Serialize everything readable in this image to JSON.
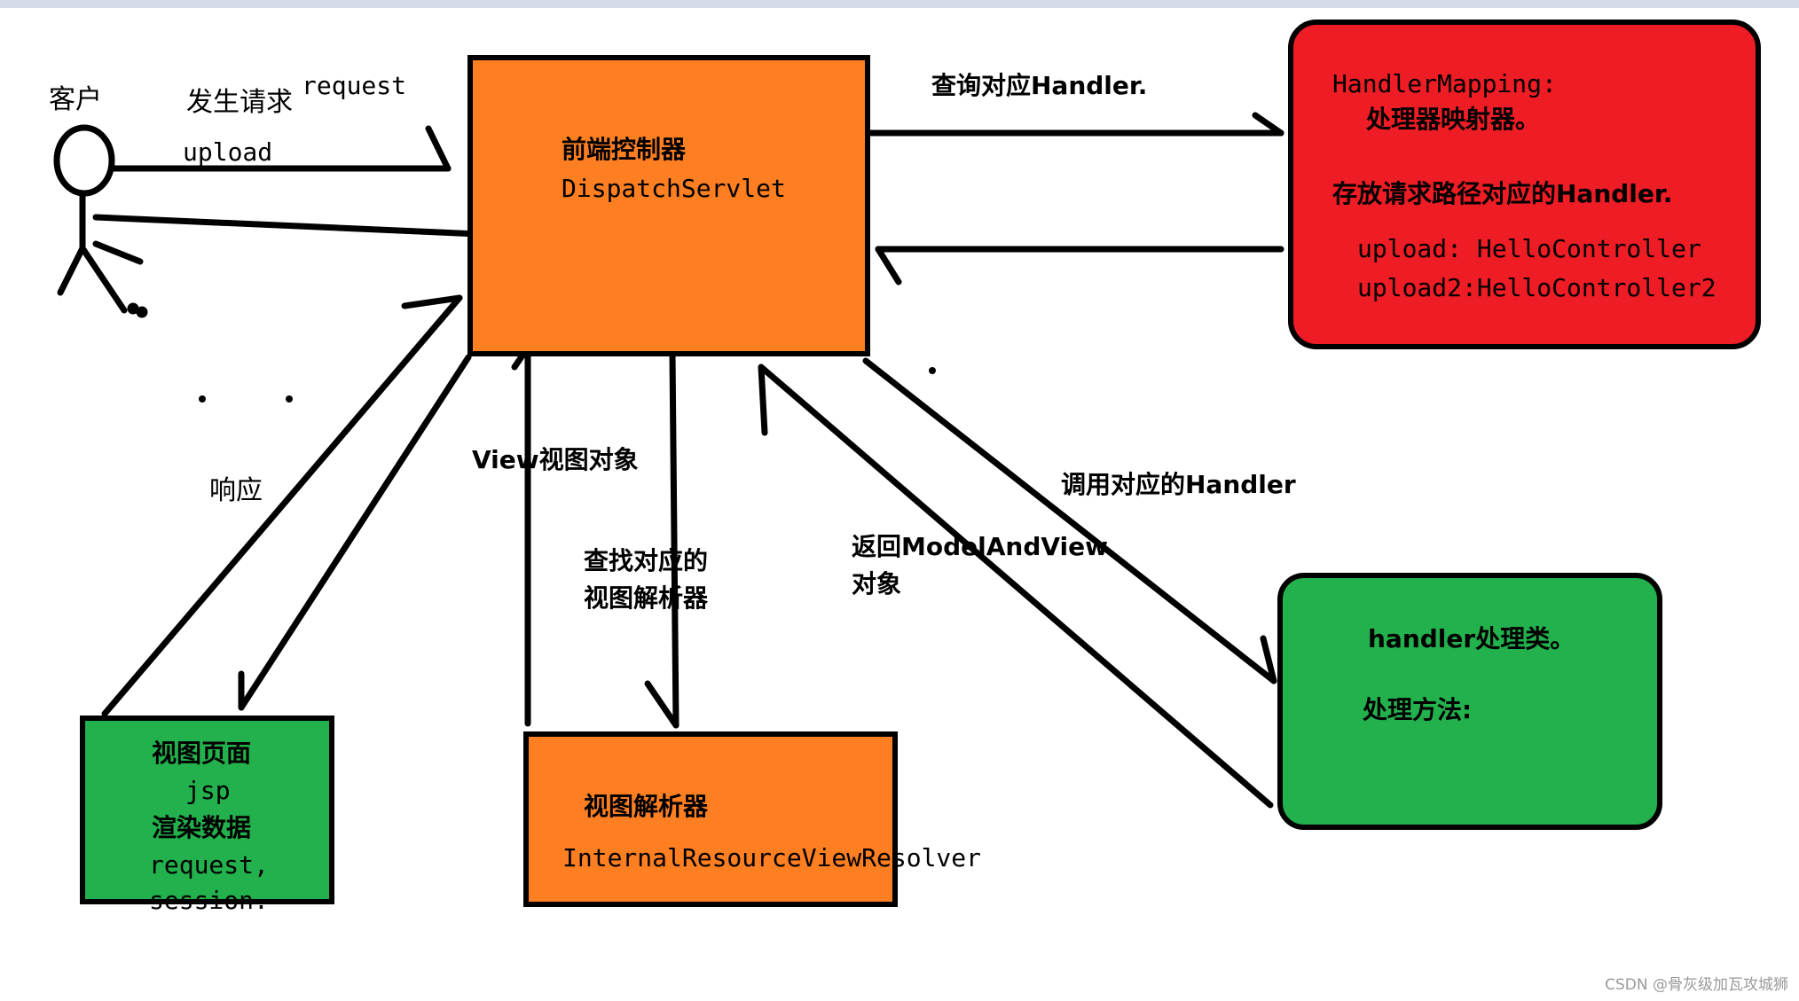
{
  "colors": {
    "orange": "#fd7f22",
    "red": "#ee1c24",
    "green": "#22b14c",
    "line": "#000000",
    "topbar": "#d6dbe9"
  },
  "client": {
    "label": "客户",
    "icon": "stick-figure-icon"
  },
  "labels": {
    "send_request": "发生请求",
    "request": "request",
    "upload": "upload",
    "response": "响应",
    "query_handler": "查询对应Handler.",
    "call_handler": "调用对应的Handler",
    "return_mav_line1": "返回ModelAndView",
    "return_mav_line2": "对象",
    "view_object": "View视图对象",
    "find_resolver_line1": "查找对应的",
    "find_resolver_line2": "视图解析器"
  },
  "dispatcher": {
    "title": "前端控制器",
    "class_name": "DispatchServlet"
  },
  "handler_mapping": {
    "title": "HandlerMapping:",
    "subtitle": "处理器映射器。",
    "desc": "存放请求路径对应的Handler.",
    "entry1": "upload: HelloController",
    "entry2": "upload2:HelloController2"
  },
  "handler": {
    "title": "handler处理类。",
    "method": "处理方法:"
  },
  "view_page": {
    "line1": "视图页面",
    "line2": "jsp",
    "line3": "渲染数据",
    "line4": "request,",
    "line5": "session."
  },
  "view_resolver": {
    "title": "视图解析器",
    "class_name": "InternalResourceViewResolver"
  },
  "watermark": "CSDN @骨灰级加瓦攻城狮"
}
